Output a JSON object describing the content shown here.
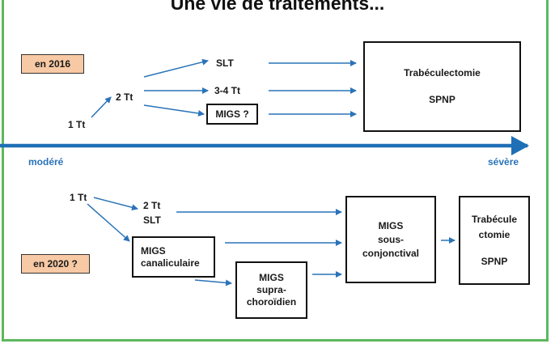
{
  "title": "Une vie de traitements...",
  "axis": {
    "left": "modéré",
    "right": "sévère",
    "color": "#1e6fb5"
  },
  "colors": {
    "frame": "#5cb85c",
    "tag_fill": "#f7c9a4",
    "arrow": "#2a73b8"
  },
  "top": {
    "tag": "en 2016",
    "step1": "1 Tt",
    "step2": "2 Tt",
    "option_slt": "SLT",
    "option_34": "3-4 Tt",
    "option_migs": "MIGS ?",
    "surgery": {
      "line1": "Trabéculectomie",
      "line2": "SPNP"
    }
  },
  "bottom": {
    "tag": "en 2020 ?",
    "step1": "1 Tt",
    "step2_line1": "2 Tt",
    "step2_line2": "SLT",
    "migs_canal": {
      "line1": "MIGS",
      "line2": "canaliculaire"
    },
    "migs_supra": {
      "line1": "MIGS",
      "line2": "supra-",
      "line3": "choroïdien"
    },
    "migs_sous": {
      "line1": "MIGS",
      "line2": "sous-",
      "line3": "conjonctival"
    },
    "surgery": {
      "line1": "Trabécule",
      "line2": "ctomie",
      "line3": "SPNP"
    }
  }
}
